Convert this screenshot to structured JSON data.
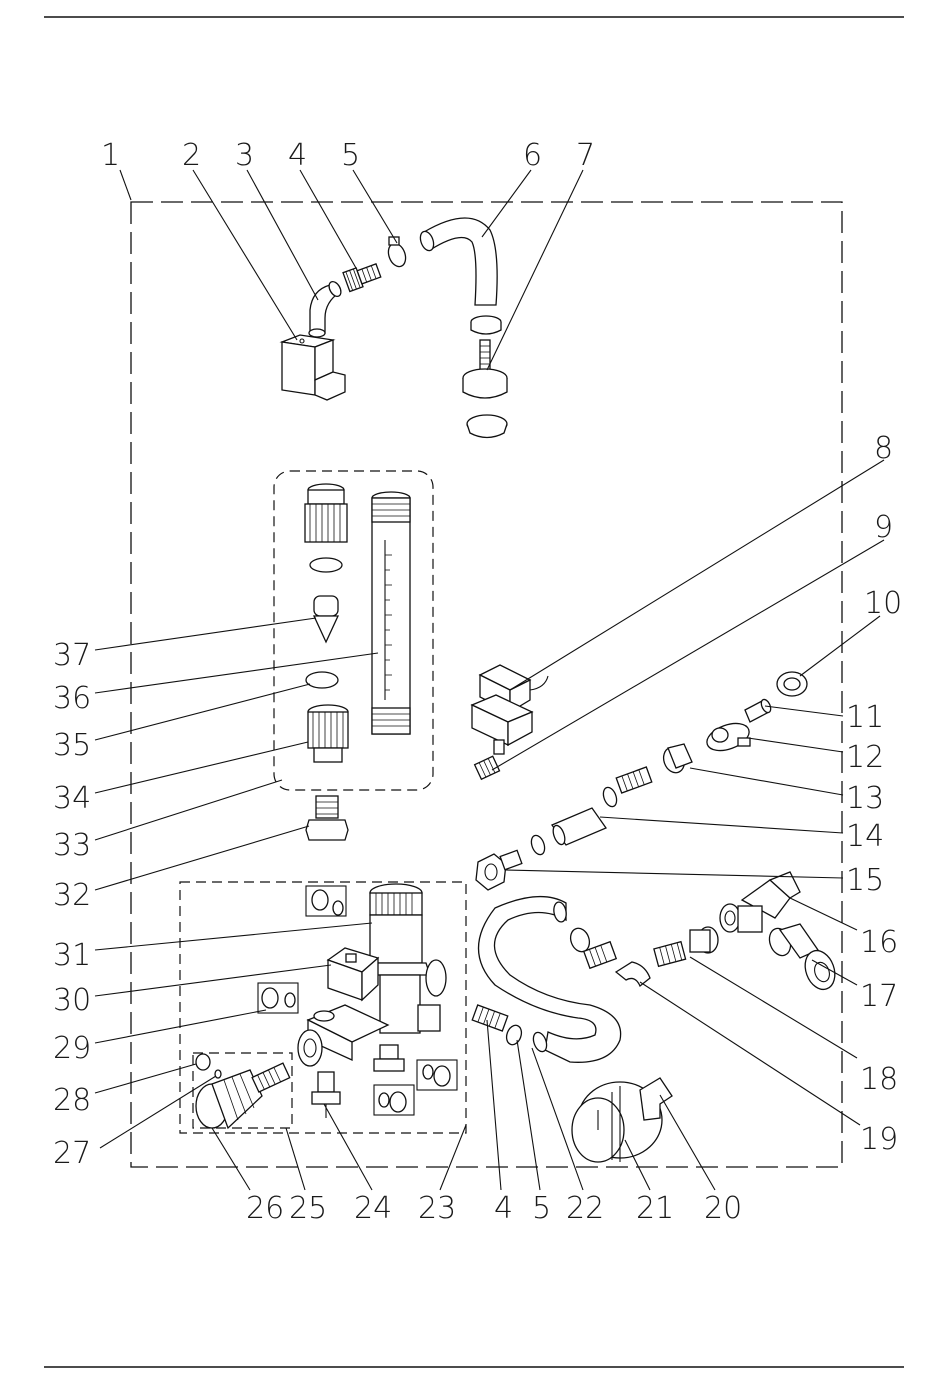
{
  "diagram": {
    "type": "exploded-parts-drawing",
    "callouts": [
      {
        "id": "c1",
        "text": "1"
      },
      {
        "id": "c2",
        "text": "2"
      },
      {
        "id": "c3",
        "text": "3"
      },
      {
        "id": "c4a",
        "text": "4"
      },
      {
        "id": "c5a",
        "text": "5"
      },
      {
        "id": "c6",
        "text": "6"
      },
      {
        "id": "c7",
        "text": "7"
      },
      {
        "id": "c8",
        "text": "8"
      },
      {
        "id": "c9",
        "text": "9"
      },
      {
        "id": "c10",
        "text": "10"
      },
      {
        "id": "c11",
        "text": "11"
      },
      {
        "id": "c12",
        "text": "12"
      },
      {
        "id": "c13",
        "text": "13"
      },
      {
        "id": "c14",
        "text": "14"
      },
      {
        "id": "c15",
        "text": "15"
      },
      {
        "id": "c16",
        "text": "16"
      },
      {
        "id": "c17",
        "text": "17"
      },
      {
        "id": "c18",
        "text": "18"
      },
      {
        "id": "c19",
        "text": "19"
      },
      {
        "id": "c20",
        "text": "20"
      },
      {
        "id": "c21",
        "text": "21"
      },
      {
        "id": "c22",
        "text": "22"
      },
      {
        "id": "c5b",
        "text": "5"
      },
      {
        "id": "c4b",
        "text": "4"
      },
      {
        "id": "c23",
        "text": "23"
      },
      {
        "id": "c24",
        "text": "24"
      },
      {
        "id": "c25",
        "text": "25"
      },
      {
        "id": "c26",
        "text": "26"
      },
      {
        "id": "c27",
        "text": "27"
      },
      {
        "id": "c28",
        "text": "28"
      },
      {
        "id": "c29",
        "text": "29"
      },
      {
        "id": "c30",
        "text": "30"
      },
      {
        "id": "c31",
        "text": "31"
      },
      {
        "id": "c32",
        "text": "32"
      },
      {
        "id": "c33",
        "text": "33"
      },
      {
        "id": "c34",
        "text": "34"
      },
      {
        "id": "c35",
        "text": "35"
      },
      {
        "id": "c36",
        "text": "36"
      },
      {
        "id": "c37",
        "text": "37"
      }
    ]
  }
}
